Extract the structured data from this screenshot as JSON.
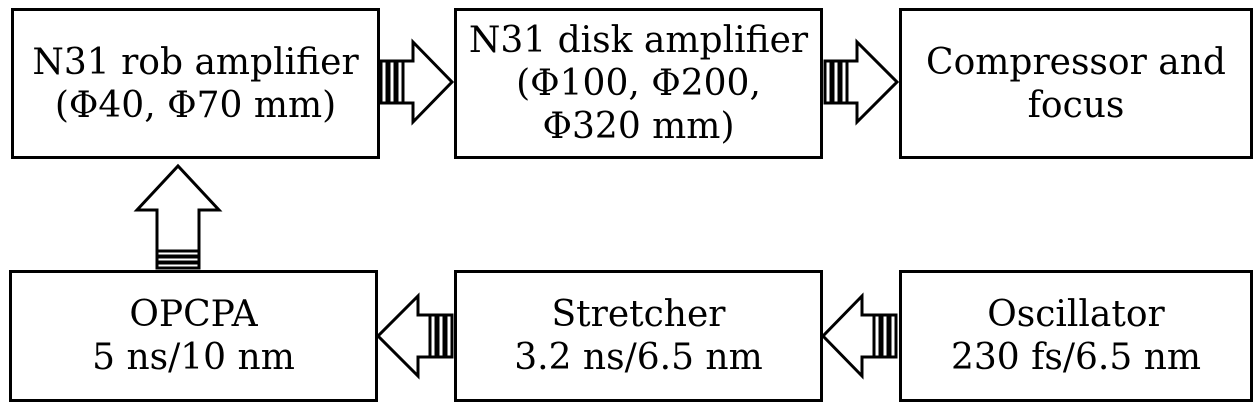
{
  "diagram": {
    "nodes": [
      {
        "id": "rob-amplifier",
        "lines": [
          "N31 rob amplifier",
          "(Φ40, Φ70 mm)"
        ]
      },
      {
        "id": "disk-amplifier",
        "lines": [
          "N31 disk amplifier",
          "(Φ100, Φ200,",
          "Φ320 mm)"
        ]
      },
      {
        "id": "compressor",
        "lines": [
          "Compressor and",
          "focus"
        ]
      },
      {
        "id": "opcpa",
        "lines": [
          "OPCPA",
          "5 ns/10 nm"
        ]
      },
      {
        "id": "stretcher",
        "lines": [
          "Stretcher",
          "3.2 ns/6.5 nm"
        ]
      },
      {
        "id": "oscillator",
        "lines": [
          "Oscillator",
          "230 fs/6.5 nm"
        ]
      }
    ],
    "flow": [
      [
        "oscillator",
        "stretcher"
      ],
      [
        "stretcher",
        "opcpa"
      ],
      [
        "opcpa",
        "rob-amplifier"
      ],
      [
        "rob-amplifier",
        "disk-amplifier"
      ],
      [
        "disk-amplifier",
        "compressor"
      ]
    ],
    "colors": {
      "stroke": "#000000",
      "fill": "#ffffff"
    }
  }
}
